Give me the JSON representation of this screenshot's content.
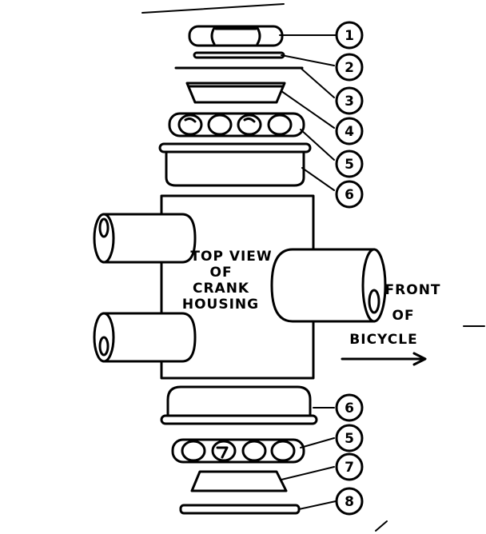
{
  "diagram": {
    "housing_label": [
      "TOP VIEW",
      "OF",
      "CRANK",
      "HOUSING"
    ],
    "front_label": [
      "FRONT",
      "OF",
      "BICYCLE"
    ],
    "callouts": {
      "c1": "1",
      "c2": "2",
      "c3": "3",
      "c4": "4",
      "c5a": "5",
      "c6a": "6",
      "c6b": "6",
      "c5b": "5",
      "c7": "7",
      "c8": "8"
    }
  }
}
